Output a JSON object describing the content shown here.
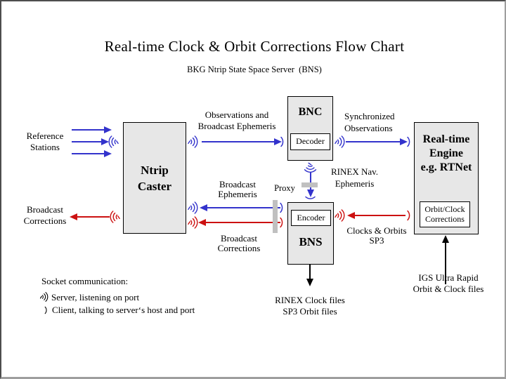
{
  "title": "Real-time Clock & Orbit Corrections Flow Chart",
  "subtitle": "BKG Ntrip State Space Server  (BNS)",
  "colors": {
    "arrow_blue": "#3333cc",
    "arrow_red": "#cc1111",
    "arrow_black": "#000000",
    "node_fill": "#e7e7e7",
    "proxy_bar": "#c0c0c0",
    "frame_dark": "#4d4d4d",
    "frame_light": "#9e9e9e"
  },
  "nodes": {
    "ntrip_caster": {
      "title": "Ntrip\nCaster"
    },
    "bnc": {
      "title": "BNC",
      "component": "Decoder"
    },
    "bns": {
      "title": "BNS",
      "component": "Encoder"
    },
    "engine": {
      "title": "Real-time\nEngine\ne.g. RTNet",
      "component": "Orbit/Clock\nCorrections"
    }
  },
  "flow_labels": {
    "reference_stations": "Reference\nStations",
    "broadcast_corrections_out": "Broadcast\nCorrections",
    "observations_ephemeris": "Observations and\nBroadcast Ephemeris",
    "synchronized_observations": "Synchronized\nObservations",
    "rinex_nav_ephemeris": "RINEX Nav.\nEphemeris",
    "broadcast_ephemeris": "Broadcast\nEphemeris",
    "proxy": "Proxy",
    "broadcast_corrections_mid": "Broadcast\nCorrections",
    "clocks_orbits_sp3": "Clocks & Orbits\nSP3",
    "rinex_clock_files": "RINEX Clock files\nSP3 Orbit files",
    "igs_ultra_rapid": "IGS Ultra Rapid\nOrbit & Clock files"
  },
  "legend": {
    "heading": "Socket communication:",
    "server": "Server, listening on port",
    "client": "Client, talking to server‘s host and port"
  }
}
